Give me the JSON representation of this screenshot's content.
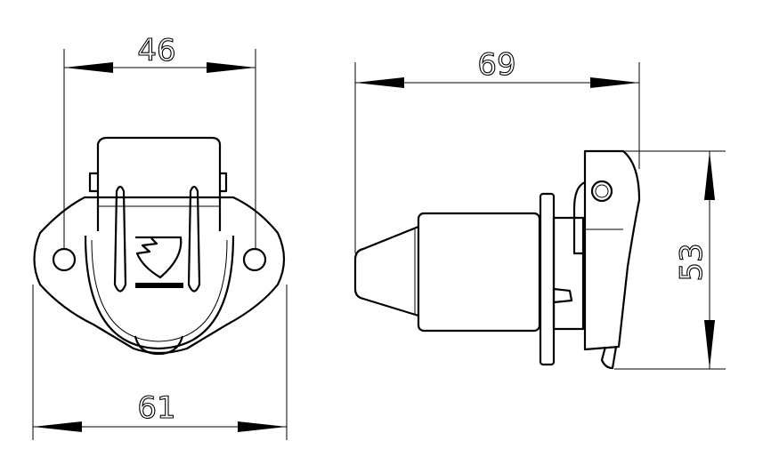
{
  "drawing": {
    "dimensions": {
      "front_inner_width": "46",
      "front_outer_width": "61",
      "side_length": "69",
      "side_height": "53"
    },
    "colors": {
      "line": "#000000",
      "background": "#ffffff"
    }
  }
}
